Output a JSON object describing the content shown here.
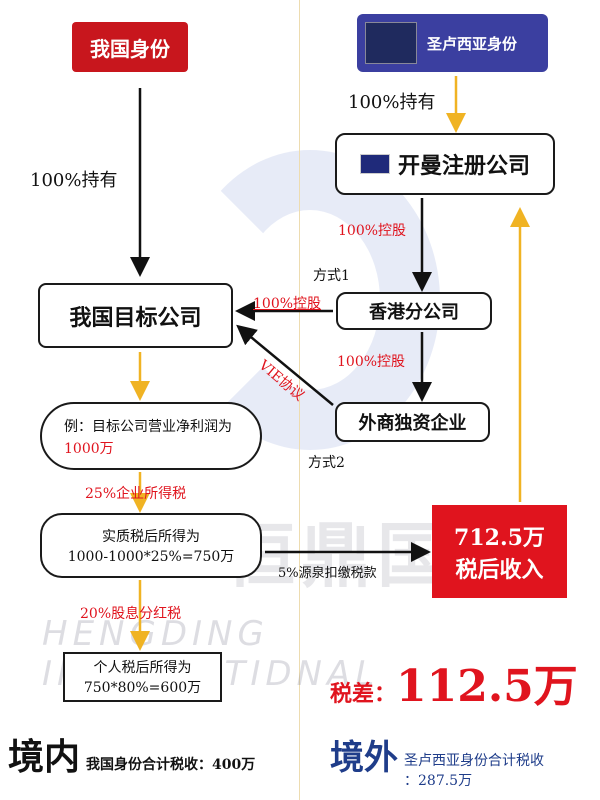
{
  "watermark": {
    "cn": "恒鼎国际",
    "en": "HENGDING INTERNATIDNAL"
  },
  "left_identity": "我国身份",
  "right_identity": "圣卢西亚身份",
  "left_hold": "100%持有",
  "right_hold": "100%持有",
  "cayman": "开曼注册公司",
  "cayman_ctrl": "100%控股",
  "method1": "方式1",
  "method2": "方式2",
  "target": "我国目标公司",
  "hk": "香港分公司",
  "hk_ctrl": "100%控股",
  "hk_to_target": "100%控股",
  "wfoe": "外商独资企业",
  "vie": "VIE协议",
  "example": {
    "prefix": "例：目标公司营业净利润为",
    "amount": "1000万"
  },
  "corp_tax": "25%企业所得税",
  "after_tax": {
    "line1": "实质税后所得为",
    "line2": "1000-1000*25%=750万"
  },
  "withholding": "5%源泉扣缴税款",
  "offshore_income": {
    "line1": "712.5万",
    "line2": "税后收入"
  },
  "dividend_tax": "20%股息分红税",
  "personal": {
    "line1": "个人税后所得为",
    "line2": "750*80%=600万"
  },
  "tax_diff": {
    "label": "税差：",
    "value": "112.5万"
  },
  "domestic": {
    "title": "境内",
    "text": "我国身份合计税收：400万"
  },
  "overseas": {
    "title": "境外",
    "text1": "圣卢西亚身份合计税收",
    "text2": "：287.5万"
  },
  "colors": {
    "red": "#e0141e",
    "blue": "#3b3fa0",
    "orange": "#f0b323",
    "navy": "#1f3d8a"
  }
}
